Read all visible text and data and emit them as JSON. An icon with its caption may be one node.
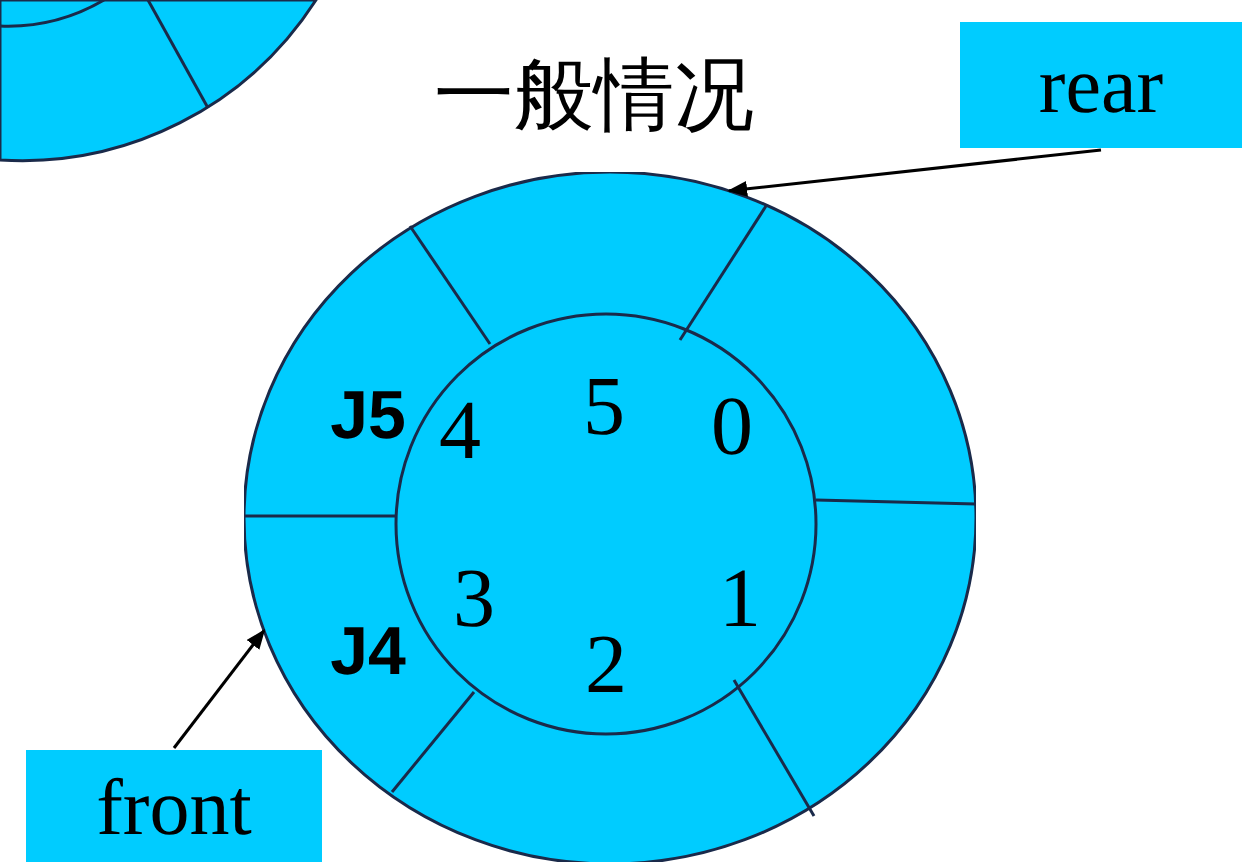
{
  "diagram": {
    "title": "一般情况",
    "nodes": [
      {
        "text": [
          "rear"
        ]
      },
      {
        "text": [
          "front"
        ]
      },
      {
        "text": [
          "J5",
          "4",
          "5",
          "0",
          "3",
          "1",
          "J4",
          "2"
        ]
      }
    ],
    "edges": [
      {
        "from": 0,
        "to": 2,
        "arrow": "to"
      },
      {
        "from": 1,
        "to": 2,
        "arrow": "to"
      }
    ]
  }
}
